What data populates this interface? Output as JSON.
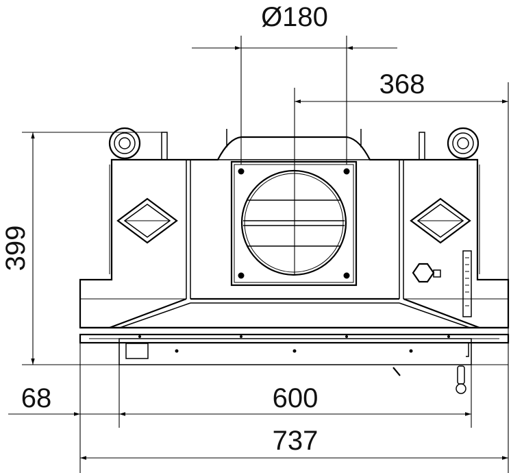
{
  "dimensions": {
    "top_diameter": "Ø180",
    "right_offset": "368",
    "height": "399",
    "left_offset": "68",
    "inner_width": "600",
    "total_width": "737"
  }
}
